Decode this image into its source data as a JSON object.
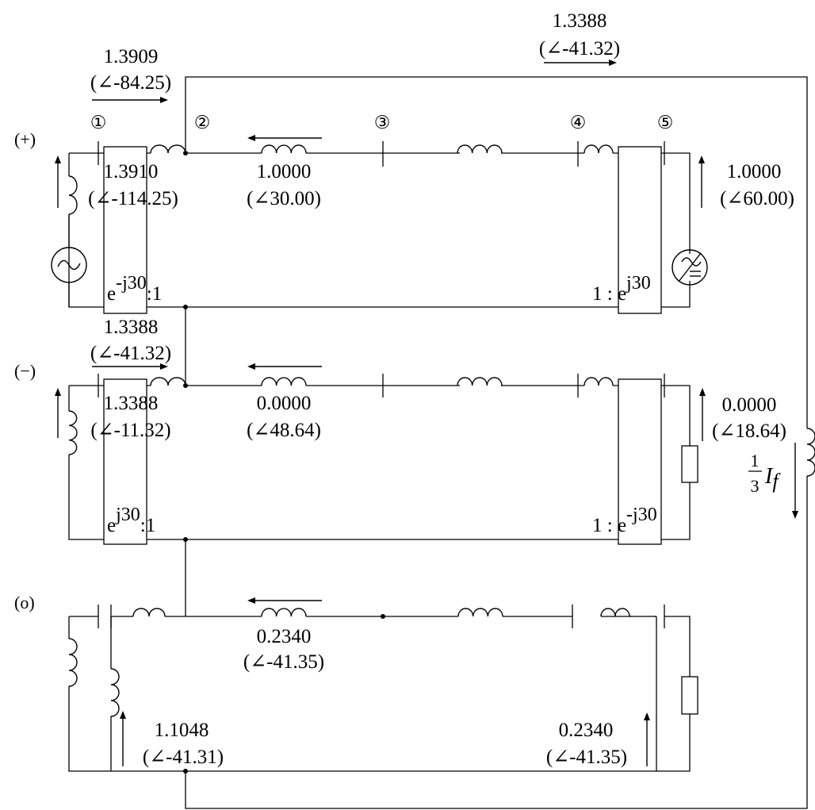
{
  "networks": {
    "positive": {
      "label": "(+)"
    },
    "negative": {
      "label": "(−)"
    },
    "zero": {
      "label": "(o)"
    }
  },
  "nodes": [
    "①",
    "②",
    "③",
    "④",
    "⑤"
  ],
  "top_current": {
    "magnitude": "1.3388",
    "angle": "(∠-41.32)"
  },
  "positive_currents": {
    "incoming": {
      "magnitude": "1.3909",
      "angle": "(∠-84.25)"
    },
    "gen_left": {
      "magnitude": "1.3910",
      "angle": "(∠-114.25)"
    },
    "line": {
      "magnitude": "1.0000",
      "angle": "(∠30.00)"
    },
    "gen_right": {
      "magnitude": "1.0000",
      "angle": "(∠60.00)"
    }
  },
  "negative_currents": {
    "incoming": {
      "magnitude": "1.3388",
      "angle": "(∠-41.32)"
    },
    "left": {
      "magnitude": "1.3388",
      "angle": "(∠-11.32)"
    },
    "line": {
      "magnitude": "0.0000",
      "angle": "(∠48.64)"
    },
    "right": {
      "magnitude": "0.0000",
      "angle": "(∠18.64)"
    }
  },
  "zero_currents": {
    "line": {
      "magnitude": "0.2340",
      "angle": "(∠-41.35)"
    },
    "left": {
      "magnitude": "1.1048",
      "angle": "(∠-41.31)"
    },
    "right": {
      "magnitude": "0.2340",
      "angle": "(∠-41.35)"
    }
  },
  "transformer_ratios": {
    "pos_left": {
      "base": "e",
      "exp": "-j30",
      "suffix": ":1"
    },
    "pos_right": {
      "prefix": "1 : e",
      "exp": "j30"
    },
    "neg_left": {
      "base": "e",
      "exp": "j30",
      "suffix": ":1"
    },
    "neg_right": {
      "prefix": "1 : e",
      "exp": "-j30"
    }
  },
  "fault_current": {
    "numerator": "1",
    "denominator": "3",
    "symbol": "I",
    "subscript": "f"
  }
}
